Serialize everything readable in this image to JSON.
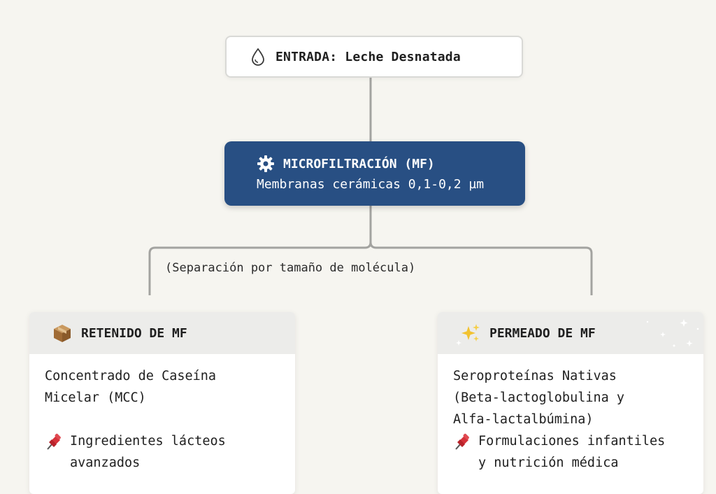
{
  "input_node": {
    "icon": "droplet-icon",
    "label": "ENTRADA: Leche Desnatada"
  },
  "process_node": {
    "icon": "gear-icon",
    "title": "MICROFILTRACIÓN (MF)",
    "subtitle": "Membranas cerámicas 0,1-0,2 µm"
  },
  "branch_note": "(Separación por tamaño de molécula)",
  "retentate": {
    "icon": "package-icon",
    "title": "RETENIDO DE MF",
    "description": "Concentrado de Caseína\nMicelar (MCC)",
    "application_icon": "pushpin-icon",
    "application": "Ingredientes lácteos\navanzados"
  },
  "permeate": {
    "icon": "sparkles-icon",
    "title": "PERMEADO DE MF",
    "description": "Seroproteínas Nativas\n(Beta-lactoglobulina y\nAlfa-lactalbúmina)",
    "application_icon": "pushpin-icon",
    "application": "Formulaciones infantiles\ny nutrición médica"
  },
  "colors": {
    "background": "#f6f5f0",
    "process_fill": "#284f83",
    "connector": "#a3a3a0",
    "card_header": "#ececea"
  }
}
